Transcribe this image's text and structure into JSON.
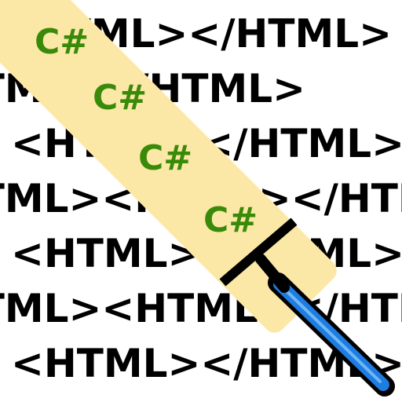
{
  "background_rows": [
    "<HTML></HTML>",
    "<HTML></HTML>",
    "<HTML></HTML>",
    "<HTML><HTML></HTML>",
    "<HTML></HTML>",
    "<HTML><HTML></HTML>",
    "<HTML></HTML>"
  ],
  "overlay_labels": [
    "C#",
    "C#",
    "C#",
    "C#"
  ],
  "colors": {
    "background": "#ffffff",
    "text": "#000000",
    "band": "#fbe8a6",
    "csharp_text": "#3a8a0a",
    "brush_handle": "#1e7de0",
    "brush_outline": "#000000"
  },
  "icons": [
    "squeegee-brush-icon"
  ]
}
